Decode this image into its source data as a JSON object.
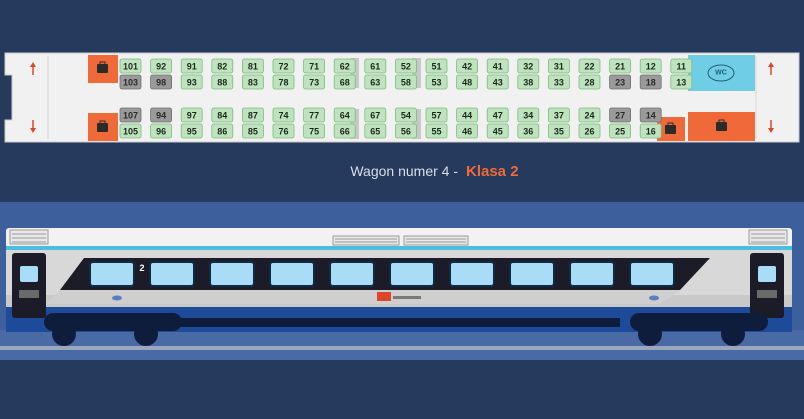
{
  "colors": {
    "background": "#263a5e",
    "accent": "#ef6a38",
    "seat_free": "#bfe3bf",
    "seat_free_border": "#7dbb7d",
    "seat_taken": "#9a9a9a",
    "seat_taken_border": "#6f6f6f",
    "wc": "#6fcde6"
  },
  "caption": {
    "wagon_label": "Wagon numer 4 -",
    "class_label": "Klasa 2"
  },
  "wc_label": "WC",
  "train_class_marker": "2",
  "seat_rows": {
    "row1": [
      {
        "n": "101",
        "s": "free"
      },
      {
        "n": "92",
        "s": "free"
      },
      {
        "n": "91",
        "s": "free"
      },
      {
        "n": "82",
        "s": "free"
      },
      {
        "n": "81",
        "s": "free"
      },
      {
        "n": "72",
        "s": "free"
      },
      {
        "n": "71",
        "s": "free"
      },
      {
        "n": "62",
        "s": "free"
      },
      {
        "n": "61",
        "s": "free"
      },
      {
        "n": "52",
        "s": "free"
      },
      {
        "n": "51",
        "s": "free"
      },
      {
        "n": "42",
        "s": "free"
      },
      {
        "n": "41",
        "s": "free"
      },
      {
        "n": "32",
        "s": "free"
      },
      {
        "n": "31",
        "s": "free"
      },
      {
        "n": "22",
        "s": "free"
      },
      {
        "n": "21",
        "s": "free"
      },
      {
        "n": "12",
        "s": "free"
      },
      {
        "n": "11",
        "s": "free"
      }
    ],
    "row2": [
      {
        "n": "103",
        "s": "taken"
      },
      {
        "n": "98",
        "s": "taken"
      },
      {
        "n": "93",
        "s": "free"
      },
      {
        "n": "88",
        "s": "free"
      },
      {
        "n": "83",
        "s": "free"
      },
      {
        "n": "78",
        "s": "free"
      },
      {
        "n": "73",
        "s": "free"
      },
      {
        "n": "68",
        "s": "free"
      },
      {
        "n": "63",
        "s": "free"
      },
      {
        "n": "58",
        "s": "free"
      },
      {
        "n": "53",
        "s": "free"
      },
      {
        "n": "48",
        "s": "free"
      },
      {
        "n": "43",
        "s": "free"
      },
      {
        "n": "38",
        "s": "free"
      },
      {
        "n": "33",
        "s": "free"
      },
      {
        "n": "28",
        "s": "free"
      },
      {
        "n": "23",
        "s": "taken"
      },
      {
        "n": "18",
        "s": "taken"
      },
      {
        "n": "13",
        "s": "free"
      }
    ],
    "row3": [
      {
        "n": "107",
        "s": "taken"
      },
      {
        "n": "94",
        "s": "taken"
      },
      {
        "n": "97",
        "s": "free"
      },
      {
        "n": "84",
        "s": "free"
      },
      {
        "n": "87",
        "s": "free"
      },
      {
        "n": "74",
        "s": "free"
      },
      {
        "n": "77",
        "s": "free"
      },
      {
        "n": "64",
        "s": "free"
      },
      {
        "n": "67",
        "s": "free"
      },
      {
        "n": "54",
        "s": "free"
      },
      {
        "n": "57",
        "s": "free"
      },
      {
        "n": "44",
        "s": "free"
      },
      {
        "n": "47",
        "s": "free"
      },
      {
        "n": "34",
        "s": "free"
      },
      {
        "n": "37",
        "s": "free"
      },
      {
        "n": "24",
        "s": "free"
      },
      {
        "n": "27",
        "s": "taken"
      },
      {
        "n": "14",
        "s": "taken"
      }
    ],
    "row4": [
      {
        "n": "105",
        "s": "free"
      },
      {
        "n": "96",
        "s": "free"
      },
      {
        "n": "95",
        "s": "free"
      },
      {
        "n": "86",
        "s": "free"
      },
      {
        "n": "85",
        "s": "free"
      },
      {
        "n": "76",
        "s": "free"
      },
      {
        "n": "75",
        "s": "free"
      },
      {
        "n": "66",
        "s": "free"
      },
      {
        "n": "65",
        "s": "free"
      },
      {
        "n": "56",
        "s": "free"
      },
      {
        "n": "55",
        "s": "free"
      },
      {
        "n": "46",
        "s": "free"
      },
      {
        "n": "45",
        "s": "free"
      },
      {
        "n": "36",
        "s": "free"
      },
      {
        "n": "35",
        "s": "free"
      },
      {
        "n": "26",
        "s": "free"
      },
      {
        "n": "25",
        "s": "free"
      },
      {
        "n": "16",
        "s": "free"
      }
    ]
  }
}
